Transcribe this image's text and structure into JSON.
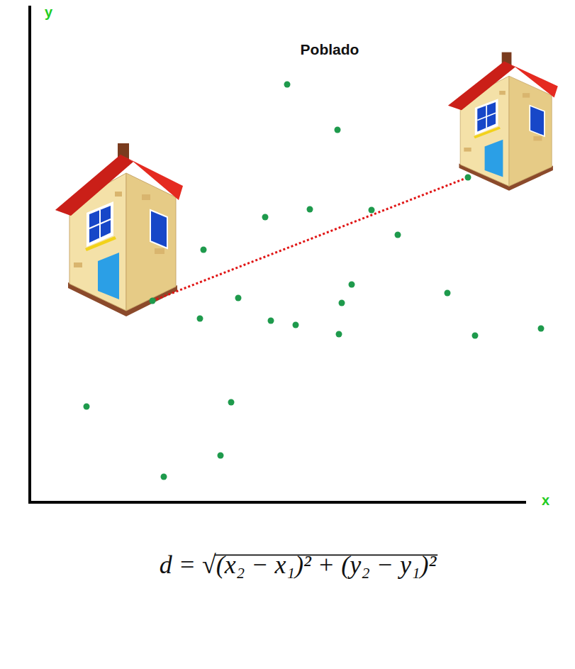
{
  "diagram": {
    "title": "Poblado",
    "labels": [
      "y",
      "x",
      "d = √(x₂ − x₁)² + (y₂ − y₁)²"
    ]
  }
}
